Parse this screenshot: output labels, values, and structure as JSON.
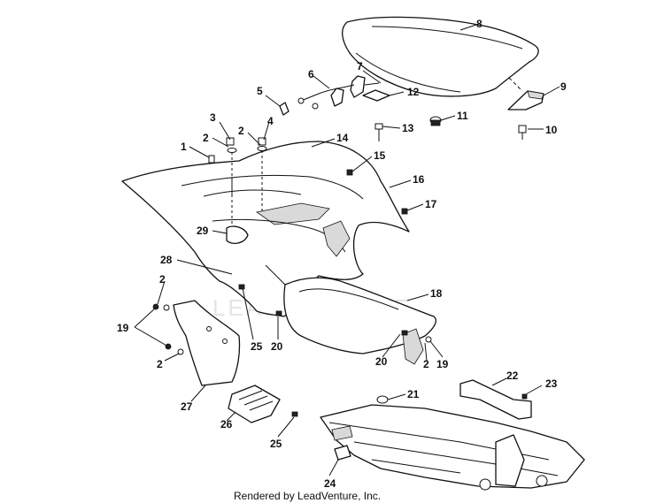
{
  "watermark": "LEADVENTURE",
  "footer": "Rendered by LeadVenture, Inc.",
  "callouts": [
    {
      "id": "c1",
      "label": "1"
    },
    {
      "id": "c2a",
      "label": "2"
    },
    {
      "id": "c2b",
      "label": "2"
    },
    {
      "id": "c2c",
      "label": "2"
    },
    {
      "id": "c2d",
      "label": "2"
    },
    {
      "id": "c2e",
      "label": "2"
    },
    {
      "id": "c3",
      "label": "3"
    },
    {
      "id": "c4",
      "label": "4"
    },
    {
      "id": "c5",
      "label": "5"
    },
    {
      "id": "c6",
      "label": "6"
    },
    {
      "id": "c7",
      "label": "7"
    },
    {
      "id": "c8",
      "label": "8"
    },
    {
      "id": "c9",
      "label": "9"
    },
    {
      "id": "c10",
      "label": "10"
    },
    {
      "id": "c11",
      "label": "11"
    },
    {
      "id": "c12",
      "label": "12"
    },
    {
      "id": "c13",
      "label": "13"
    },
    {
      "id": "c14",
      "label": "14"
    },
    {
      "id": "c15",
      "label": "15"
    },
    {
      "id": "c16",
      "label": "16"
    },
    {
      "id": "c17",
      "label": "17"
    },
    {
      "id": "c18",
      "label": "18"
    },
    {
      "id": "c19a",
      "label": "19"
    },
    {
      "id": "c19b",
      "label": "19"
    },
    {
      "id": "c20a",
      "label": "20"
    },
    {
      "id": "c20b",
      "label": "20"
    },
    {
      "id": "c21",
      "label": "21"
    },
    {
      "id": "c22",
      "label": "22"
    },
    {
      "id": "c23",
      "label": "23"
    },
    {
      "id": "c24",
      "label": "24"
    },
    {
      "id": "c25a",
      "label": "25"
    },
    {
      "id": "c25b",
      "label": "25"
    },
    {
      "id": "c26",
      "label": "26"
    },
    {
      "id": "c27",
      "label": "27"
    },
    {
      "id": "c28",
      "label": "28"
    },
    {
      "id": "c29",
      "label": "29"
    }
  ]
}
